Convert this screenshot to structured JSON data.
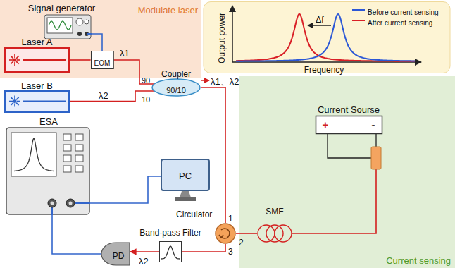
{
  "diagram": {
    "nodes": [
      {
        "text": [
          "Modulate laser"
        ]
      },
      {
        "text": [
          "Signal generator"
        ],
        "in": 0
      },
      {
        "text": [
          "Laser A"
        ],
        "in": 0
      },
      {
        "text": [
          "EOM"
        ],
        "in": 0
      },
      {
        "text": [
          "Laser B"
        ]
      },
      {
        "text": [
          "Coupler",
          "90/10"
        ]
      },
      {
        "text": [
          "Output power",
          "Frequency",
          "Δf"
        ]
      },
      {
        "text": [
          "Current sensing"
        ]
      },
      {
        "text": [
          "Current Sourse",
          "+",
          "-"
        ],
        "in": 7
      },
      {
        "text": [
          "SMF"
        ],
        "in": 7
      },
      {
        "text": [
          "Circulator"
        ]
      },
      {
        "text": [
          "ESA"
        ]
      },
      {
        "text": [
          "PC"
        ]
      },
      {
        "text": [
          "PD"
        ]
      },
      {
        "text": [
          "Band-pass Filter"
        ]
      }
    ],
    "edges": [
      {
        "from": 1,
        "to": 3,
        "arrow": "none"
      },
      {
        "from": 2,
        "to": 3,
        "arrow": "none"
      },
      {
        "from": 3,
        "to": 5,
        "label": "λ1",
        "arrow": "none"
      },
      {
        "from": 4,
        "to": 5,
        "label": "λ2",
        "arrow": "none"
      },
      {
        "from": 5,
        "to": 10,
        "label": "λ1、λ2",
        "arrow": "none"
      },
      {
        "from": 10,
        "to": 9,
        "arrow": "none"
      },
      {
        "from": 10,
        "to": 14,
        "arrow": "none"
      },
      {
        "from": 14,
        "to": 13,
        "label": "λ2",
        "arrow": "to"
      },
      {
        "from": 13,
        "to": 11,
        "arrow": "none"
      },
      {
        "from": 11,
        "to": 12,
        "arrow": "none"
      }
    ],
    "labels": [
      "90",
      "10",
      "1",
      "2",
      "3"
    ],
    "legend": [
      {
        "text": "Before current sensing",
        "color": "#2b57d6"
      },
      {
        "text": "After current sensing",
        "color": "#d91f26"
      }
    ]
  }
}
